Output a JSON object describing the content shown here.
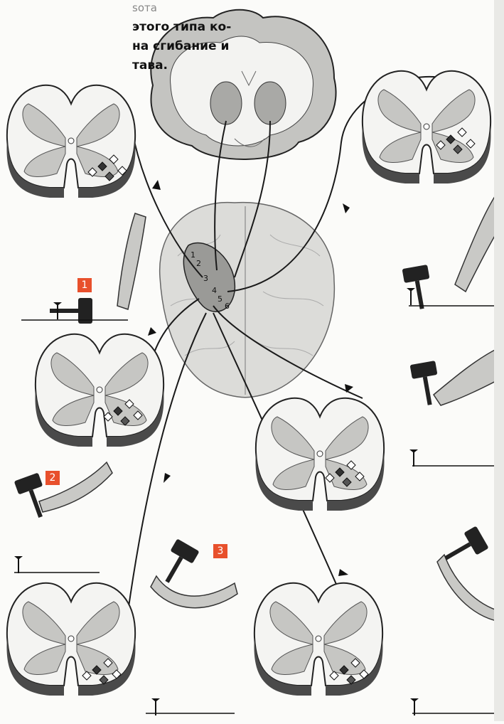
{
  "caption": {
    "line0": "ѕота",
    "line1": "этого типа ко-",
    "line2": "на сгибание и",
    "line3": "тава."
  },
  "markers": {
    "m1": "1",
    "m2": "2",
    "m3": "3"
  },
  "cortex_labels": [
    "1",
    "2",
    "3",
    "4",
    "5",
    "6"
  ],
  "colors": {
    "marker": "#e8502c",
    "spinal_gray": "#c9c9c6",
    "white_matter": "#f2f2f0",
    "ink": "#1a1a1a"
  }
}
